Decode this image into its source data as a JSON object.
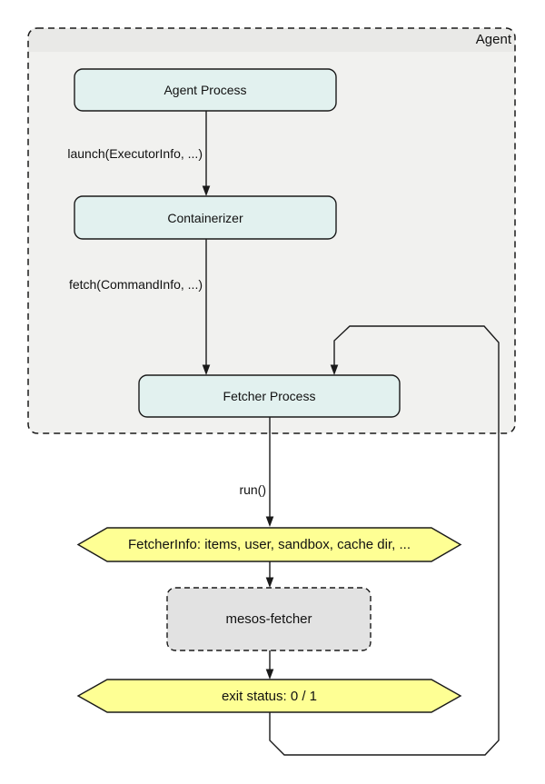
{
  "diagram": {
    "title_context": "Mesos fetcher flow",
    "container": {
      "label": "Agent"
    },
    "nodes": {
      "agent_process": "Agent Process",
      "containerizer": "Containerizer",
      "fetcher_process": "Fetcher Process",
      "fetcher_info": "FetcherInfo: items, user, sandbox, cache dir, ...",
      "mesos_fetcher": "mesos-fetcher",
      "exit_status": "exit status: 0 / 1"
    },
    "edge_labels": {
      "launch": "launch(ExecutorInfo, ...)",
      "fetch": "fetch(CommandInfo, ...)",
      "run": "run()"
    },
    "colors": {
      "process_fill": "#e2f1ef",
      "hexagon_fill": "#feff94",
      "container_body": "#f1f1ef",
      "container_band": "#e9e9e7",
      "subprocess_fill": "#e2e2e2",
      "line": "#1a1a1a"
    }
  }
}
